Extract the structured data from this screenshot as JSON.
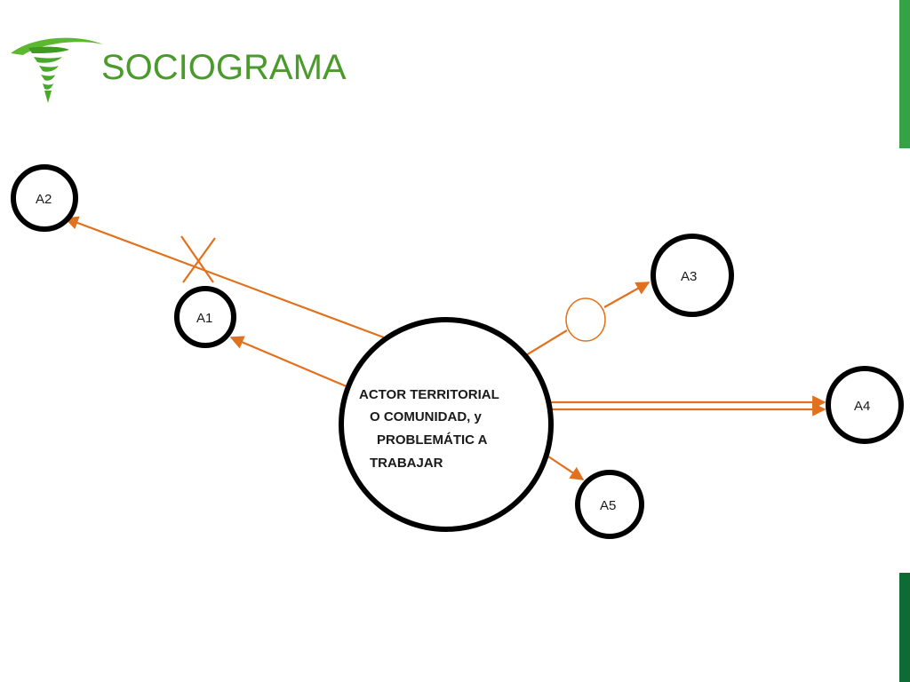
{
  "header": {
    "title": "SOCIOGRAMA"
  },
  "colors": {
    "title": "#4a9a2c",
    "edge": "#e2711d",
    "bar_top": "#34a245",
    "bar_bottom": "#0f6b34"
  },
  "diagram": {
    "center": {
      "lines": [
        "ACTOR TERRITORIAL",
        "O COMUNIDAD, y",
        "PROBLEMÁTIC A",
        "TRABAJAR"
      ]
    },
    "nodes": [
      {
        "id": "A1",
        "label": "A1"
      },
      {
        "id": "A2",
        "label": "A2"
      },
      {
        "id": "A3",
        "label": "A3"
      },
      {
        "id": "A4",
        "label": "A4"
      },
      {
        "id": "A5",
        "label": "A5"
      }
    ],
    "relations": [
      {
        "from": "center",
        "to": "A1",
        "type": "directed"
      },
      {
        "from": "center",
        "to": "A2",
        "type": "broken (X)"
      },
      {
        "from": "center",
        "to": "A3",
        "type": "with intermediary circle"
      },
      {
        "from": "center",
        "to": "A4",
        "type": "double line"
      },
      {
        "from": "center",
        "to": "A5",
        "type": "directed"
      }
    ]
  }
}
